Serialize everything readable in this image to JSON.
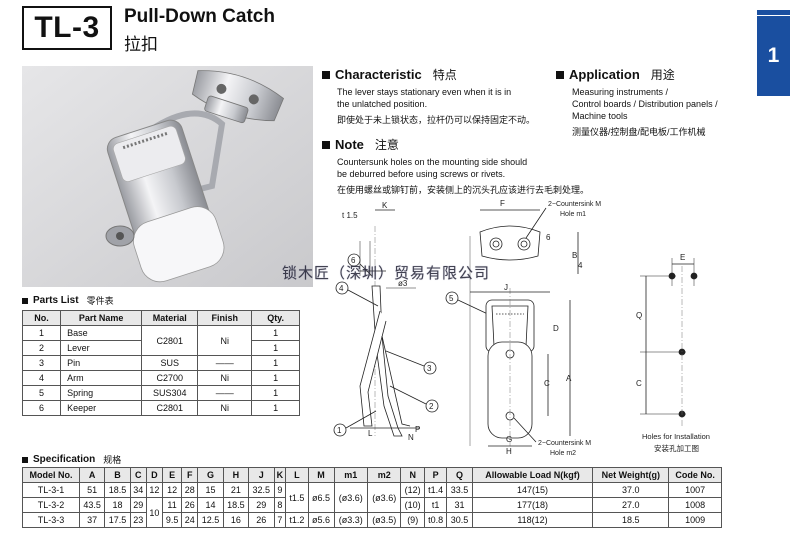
{
  "header": {
    "code": "TL-3",
    "title_en": "Pull-Down Catch",
    "title_cn": "拉扣",
    "chapter": "1"
  },
  "characteristic": {
    "title": "Characteristic",
    "title_cn": "特点",
    "line1": "The lever stays stationary even when it is in",
    "line2": "the unlatched position.",
    "cn": "即使处于未上锁状态，拉杆仍可以保持固定不动。"
  },
  "application": {
    "title": "Application",
    "title_cn": "用途",
    "line1": "Measuring instruments /",
    "line2": "Control boards / Distribution panels /",
    "line3": "Machine tools",
    "cn": "测量仪器/控制盘/配电板/工作机械"
  },
  "note": {
    "title": "Note",
    "title_cn": "注意",
    "line1": "Countersunk holes on the mounting side should",
    "line2": "be deburred before using screws or rivets.",
    "cn": "在使用螺丝或铆钉前，安装侧上的沉头孔应该进行去毛刺处理。"
  },
  "parts_list": {
    "title": "Parts List",
    "title_cn": "零件表",
    "headers": [
      "No.",
      "Part Name",
      "Material",
      "Finish",
      "Qty."
    ],
    "rows": [
      {
        "no": "1",
        "name": "Base",
        "material": "C2801",
        "finish": "Ni",
        "qty": "1"
      },
      {
        "no": "2",
        "name": "Lever",
        "material": "",
        "finish": "",
        "qty": "1"
      },
      {
        "no": "3",
        "name": "Pin",
        "material": "SUS",
        "finish": "——",
        "qty": "1"
      },
      {
        "no": "4",
        "name": "Arm",
        "material": "C2700",
        "finish": "Ni",
        "qty": "1"
      },
      {
        "no": "5",
        "name": "Spring",
        "material": "SUS304",
        "finish": "——",
        "qty": "1"
      },
      {
        "no": "6",
        "name": "Keeper",
        "material": "C2801",
        "finish": "Ni",
        "qty": "1"
      }
    ]
  },
  "specification": {
    "title": "Specification",
    "title_cn": "规格",
    "headers": [
      "Model No.",
      "A",
      "B",
      "C",
      "D",
      "E",
      "F",
      "G",
      "H",
      "J",
      "K",
      "L",
      "M",
      "m1",
      "m2",
      "N",
      "P",
      "Q",
      "Allowable Load N(kgf)",
      "Net Weight(g)",
      "Code No."
    ],
    "rows": [
      [
        "TL-3-1",
        "51",
        "18.5",
        "34",
        "12",
        "12",
        "28",
        "15",
        "21",
        "32.5",
        "9",
        "t1.5",
        "ø6.5",
        "(ø3.6)",
        "(ø3.6)",
        "(12)",
        "t1.4",
        "33.5",
        "147(15)",
        "37.0",
        "1007"
      ],
      [
        "TL-3-2",
        "43.5",
        "18",
        "29",
        "10",
        "11",
        "26",
        "14",
        "18.5",
        "29",
        "8",
        "",
        "",
        "",
        "",
        "(10)",
        "t1",
        "31",
        "177(18)",
        "27.0",
        "1008"
      ],
      [
        "TL-3-3",
        "37",
        "17.5",
        "23",
        "",
        "9.5",
        "24",
        "12.5",
        "16",
        "26",
        "7",
        "t1.2",
        "ø5.6",
        "(ø3.3)",
        "(ø3.5)",
        "(9)",
        "t0.8",
        "30.5",
        "118(12)",
        "18.5",
        "1009"
      ]
    ]
  },
  "drawing": {
    "t15": "t 1.5",
    "k": "K",
    "f": "F",
    "e": "E",
    "cs_m": "2−Countersink M",
    "hole_m1": "Hole m1",
    "cs_m2": "2−Countersink M",
    "hole_m2": "Hole m2",
    "phi3": "ø3",
    "j": "J",
    "q": "Q",
    "a": "A",
    "c": "C",
    "l": "L",
    "n": "N",
    "p": "P",
    "g": "G",
    "h": "H",
    "d": "D",
    "six": "6",
    "four": "4",
    "b": "B",
    "holes_en": "Holes for Installation",
    "holes_cn": "安装孔加工图",
    "callouts": [
      "1",
      "2",
      "3",
      "4",
      "5",
      "6"
    ]
  },
  "watermark": "锁木匠（深圳）贸易有限公司"
}
